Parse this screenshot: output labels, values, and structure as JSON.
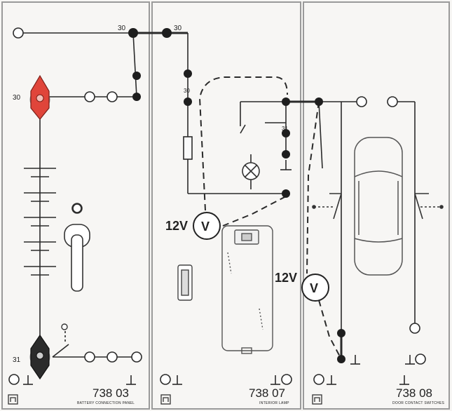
{
  "panels": [
    {
      "number": "738 03",
      "caption": "BATTERY CONNECTION PANEL"
    },
    {
      "number": "738 07",
      "caption": "INTERIOR LAMP"
    },
    {
      "number": "738 08",
      "caption": "DOOR CONTACT SWITCHES"
    }
  ],
  "terminals": {
    "top_left": "30",
    "top_mid": "30",
    "pos_stud": "30",
    "neg_stud": "31",
    "lamp_top": "30",
    "lamp_right": "31"
  },
  "meters": [
    {
      "value": "12V",
      "symbol": "V"
    },
    {
      "value": "12V",
      "symbol": "V"
    }
  ],
  "ground_symbol": "⊥",
  "colors": {
    "wire": "#2a2a2a",
    "positive_stud": "#e0453a",
    "negative_stud": "#2b2b2b"
  }
}
